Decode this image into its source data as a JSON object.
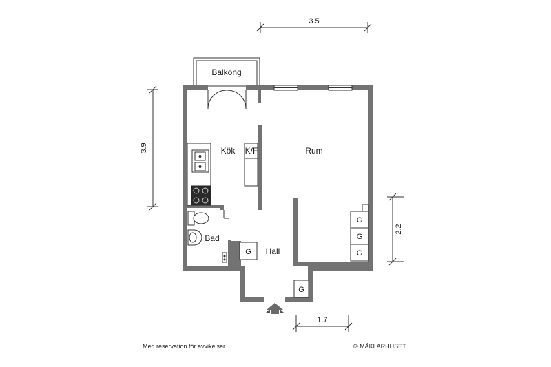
{
  "rooms": {
    "balcony": "Balkong",
    "kitchen": "Kök",
    "fridge": "K/F",
    "living": "Rum",
    "bath": "Bad",
    "hall": "Hall"
  },
  "wardrobe_label": "G",
  "dimensions": {
    "top": "3.5",
    "left": "3.9",
    "right": "2.2",
    "bottom": "1.7"
  },
  "footer": {
    "disclaimer": "Med reservation för avvikelser.",
    "copyright": "© MÄKLARHUSET"
  },
  "colors": {
    "wall": "#737373",
    "line": "#333333"
  }
}
